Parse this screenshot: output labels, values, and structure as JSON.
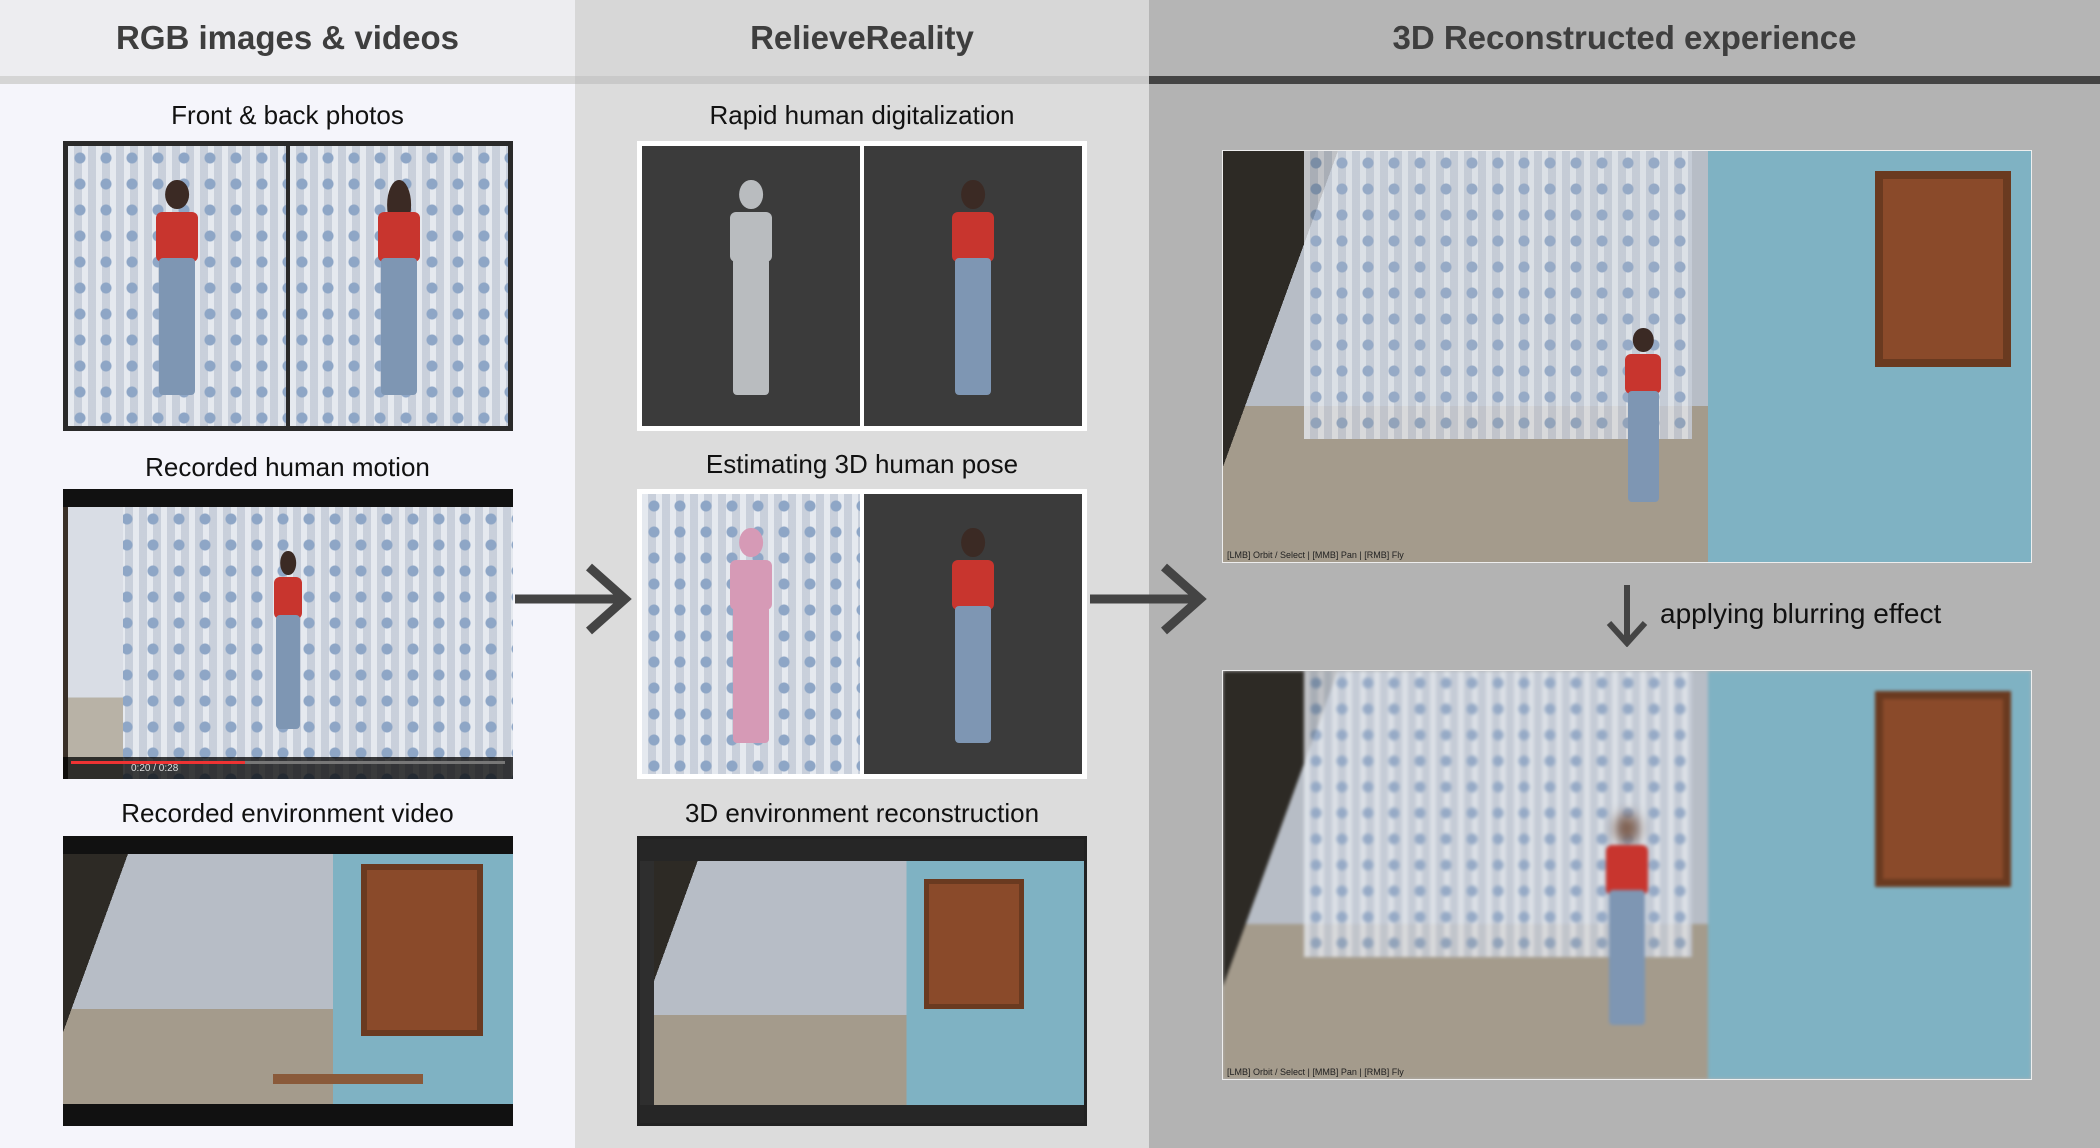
{
  "columns": {
    "left": {
      "title": "RGB images & videos"
    },
    "middle": {
      "title": "RelieveReality"
    },
    "right": {
      "title": "3D Reconstructed experience"
    }
  },
  "left_items": [
    {
      "label": "Front & back photos"
    },
    {
      "label": "Recorded human motion",
      "video_time": "0:20 / 0:28"
    },
    {
      "label": "Recorded environment video"
    }
  ],
  "middle_items": [
    {
      "label": "Rapid human digitalization"
    },
    {
      "label": "Estimating 3D human pose"
    },
    {
      "label": "3D environment reconstruction"
    }
  ],
  "right": {
    "step_label": "applying blurring effect",
    "viewer_status": "[LMB] Orbit / Select | [MMB] Pan | [RMB] Fly"
  },
  "colors": {
    "arrow": "#444444",
    "right_header_bar": "#444444"
  }
}
